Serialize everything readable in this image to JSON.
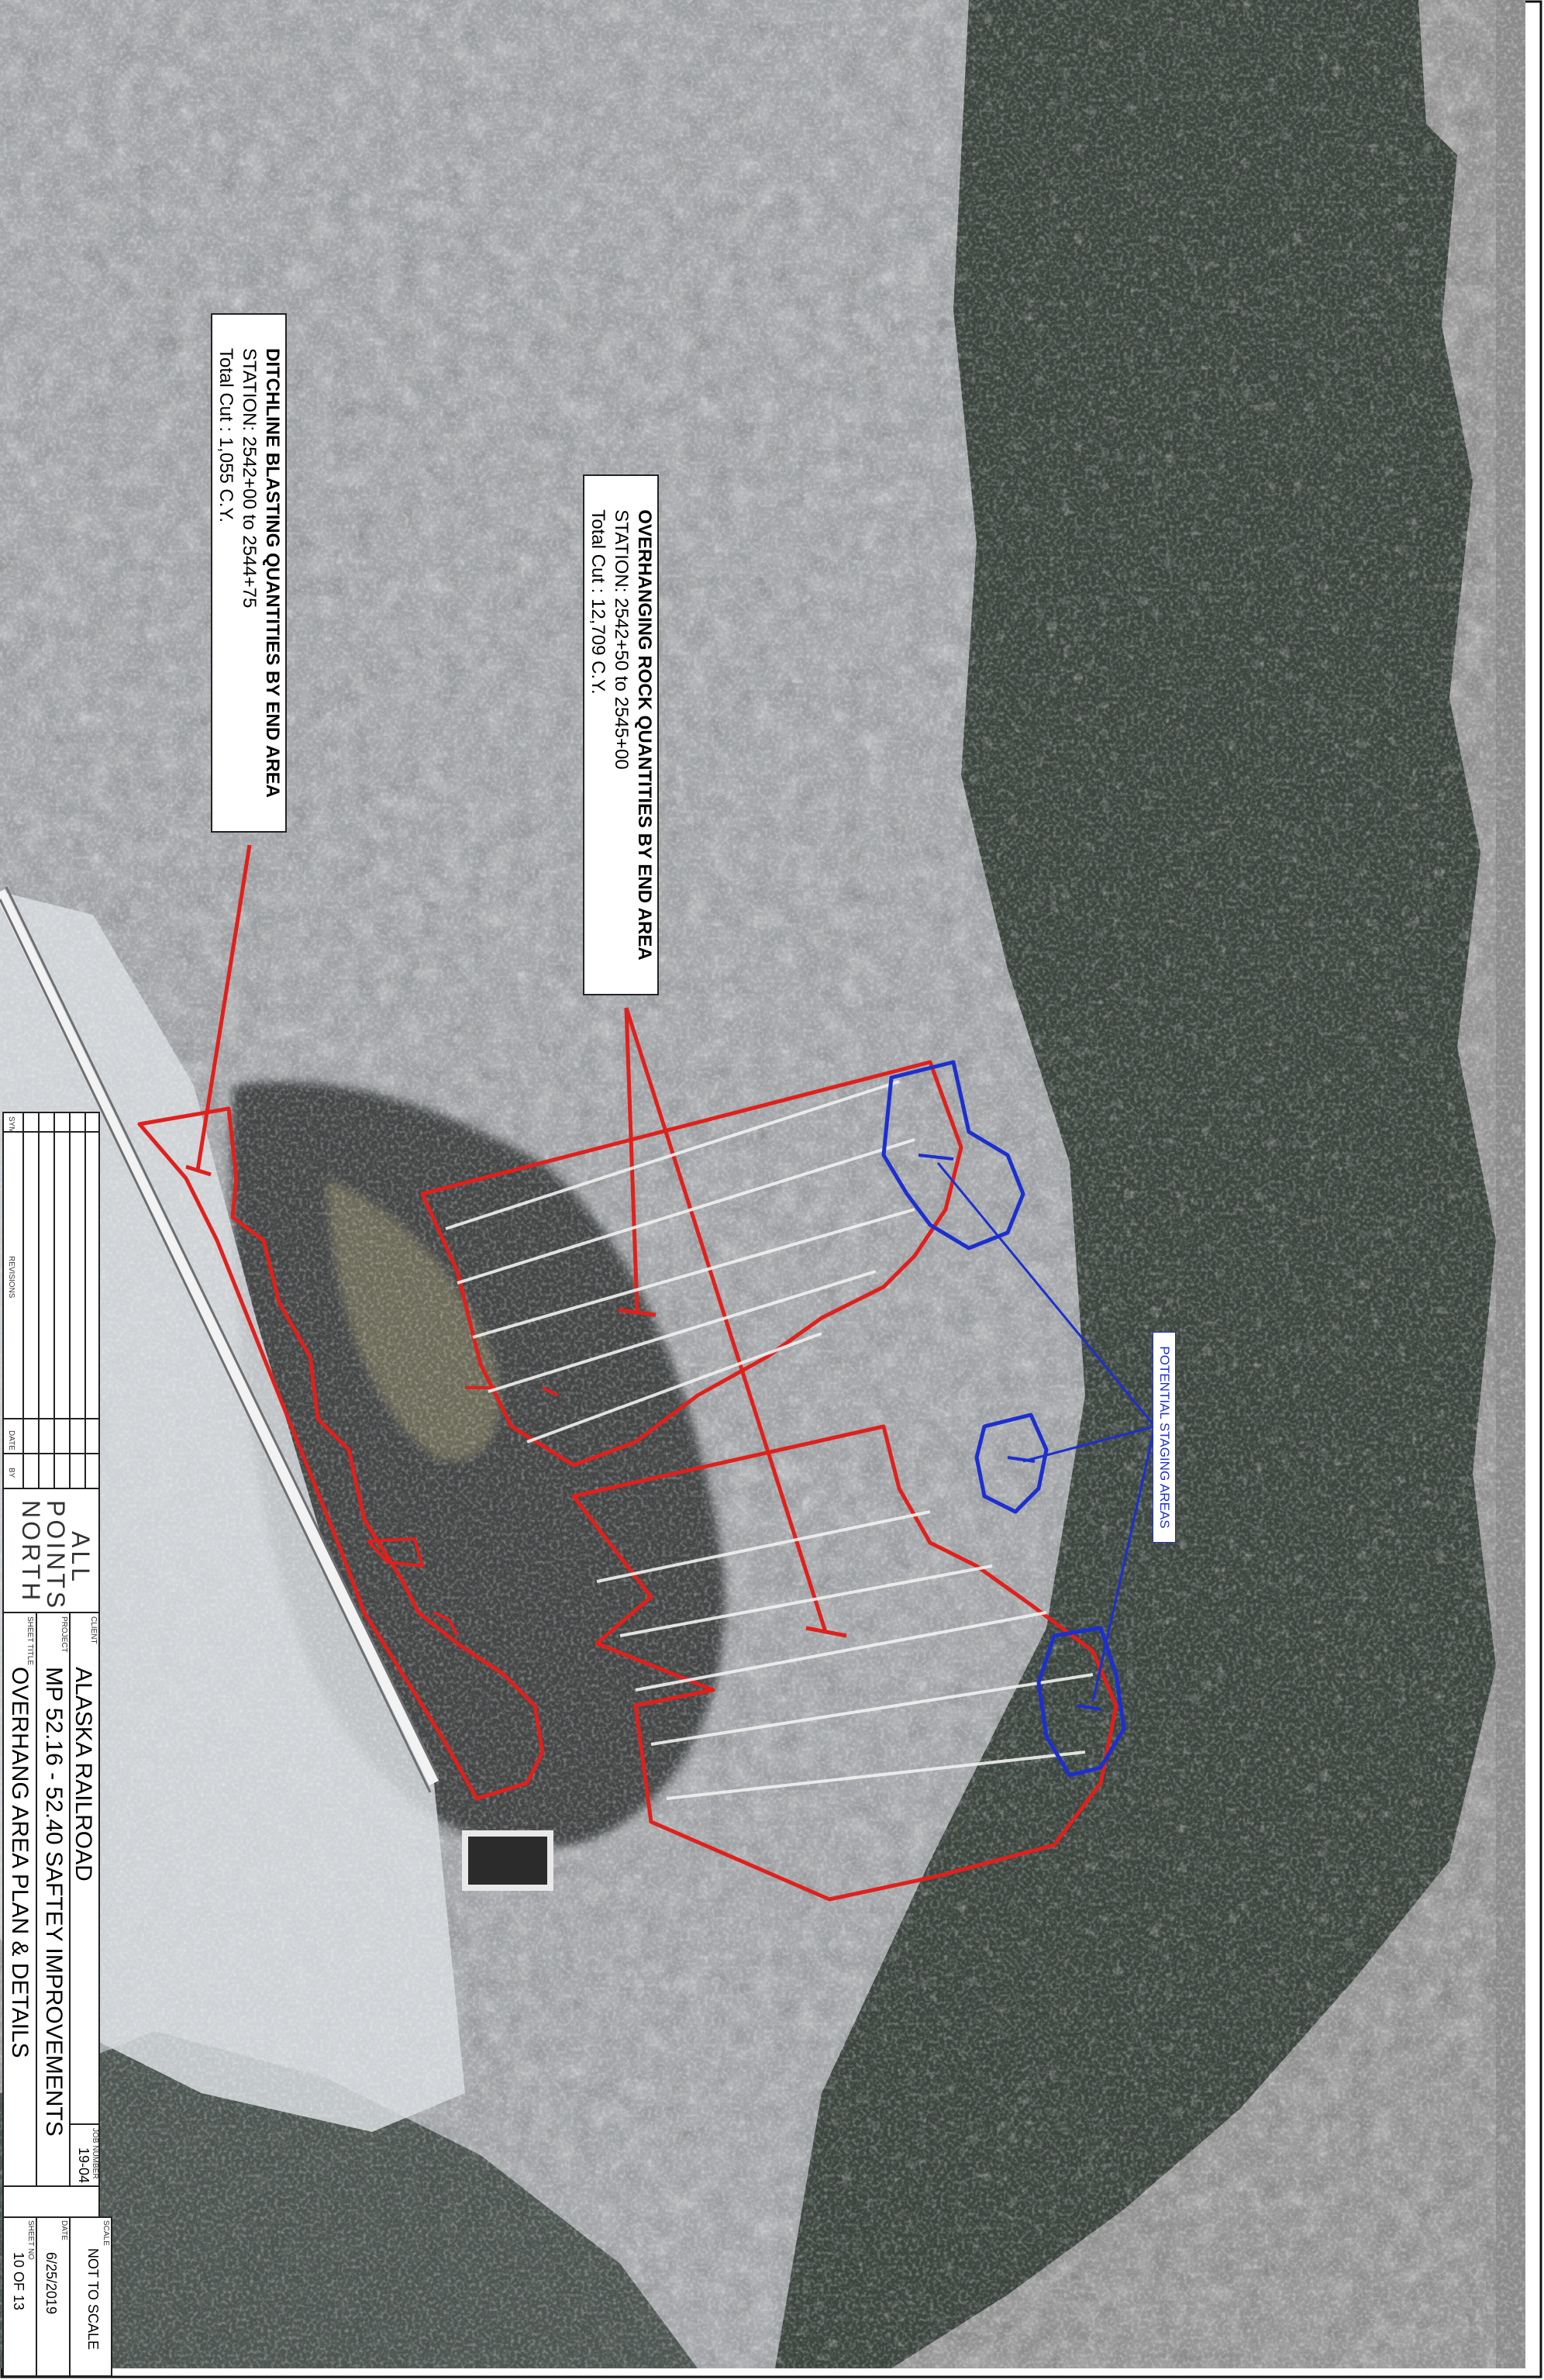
{
  "callouts": {
    "ditchline": {
      "title": "DITCHLINE BLASTING QUANTITIES BY END AREA",
      "station": "STATION: 2542+00 to 2544+75",
      "total_cut": "Total Cut : 1,055 C.Y."
    },
    "overhanging": {
      "title": "OVERHANGING ROCK QUANTITIES BY END AREA",
      "station": "STATION: 2542+50 to 2545+00",
      "total_cut": "Total Cut : 12,709 C.Y."
    },
    "staging": {
      "label": "POTENTIAL STAGING AREAS"
    }
  },
  "title_block": {
    "revisions": {
      "sym_header": "SYM",
      "revisions_header": "REVISIONS",
      "date_header": "DATE",
      "by_header": "BY"
    },
    "logo": {
      "line1": "ALL",
      "line2": "POINTS",
      "line3": "NORTH"
    },
    "client_label": "CLIENT",
    "client": "ALASKA RAILROAD",
    "project_label": "PROJECT",
    "project": "MP 52.16 - 52.40 SAFTEY IMPROVEMENTS",
    "sheet_title_label": "SHEET TITLE",
    "sheet_title": "OVERHANG AREA PLAN & DETAILS",
    "job_number_label": "JOB NUMBER",
    "job_number": "19-04",
    "scale_label": "SCALE",
    "scale": "NOT TO SCALE",
    "date_label": "DATE",
    "date": "6/25/2019",
    "sheet_no_label": "SHEET NO",
    "sheet_no": "10 OF 13"
  },
  "colors": {
    "markup_red": "#e0201c",
    "markup_blue": "#1c2fd0",
    "nodata_gray": "#8a8a8a",
    "forest": "#1f2a22",
    "snow": "#dcdfe3"
  }
}
